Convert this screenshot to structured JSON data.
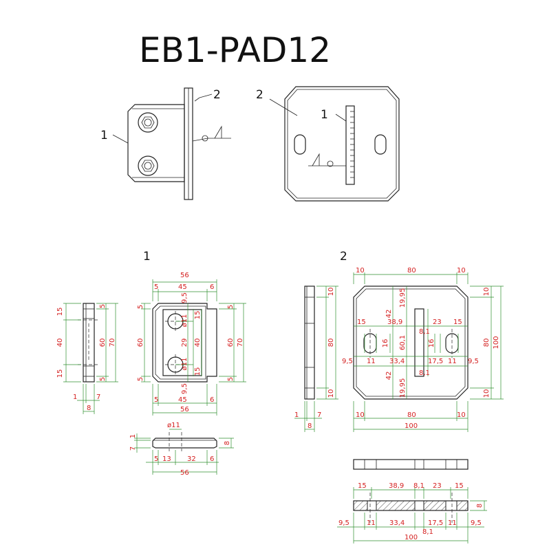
{
  "title": "EB1-PAD12",
  "callouts": {
    "part1": "1",
    "part2": "2"
  },
  "section_labels": {
    "part1": "1",
    "part2": "2"
  },
  "dims": {
    "p1_side": {
      "t15a": "15",
      "t40": "40",
      "t15b": "15",
      "t5a": "5",
      "t60": "60",
      "t5b": "5",
      "t70": "70",
      "b1": "1",
      "b7": "7",
      "b8": "8"
    },
    "p1_front": {
      "top56": "56",
      "top5": "5",
      "top45": "45",
      "top6": "6",
      "top9_5": "9,5",
      "l5a": "5",
      "l60": "60",
      "l5b": "5",
      "d11a": "ø11",
      "d11b": "ø11",
      "c15a": "15",
      "c29": "29",
      "c40": "40",
      "c15b": "15",
      "c9_5": "9,5",
      "r5a": "5",
      "r60": "60",
      "r70": "70",
      "r5b": "5",
      "bot5": "5",
      "bot45": "45",
      "bot6": "6",
      "bot56": "56"
    },
    "p1_bottom": {
      "d11": "ø11",
      "l1": "1",
      "l7": "7",
      "r8": "8",
      "b5": "5",
      "b13": "13",
      "b32": "32",
      "b6": "6",
      "b56": "56"
    },
    "p2_side": {
      "r10a": "10",
      "r80": "80",
      "r10b": "10",
      "b1": "1",
      "b7": "7",
      "b8": "8"
    },
    "p2_front": {
      "top10a": "10",
      "top80": "80",
      "top10b": "10",
      "v19_95a": "19,95",
      "v42a": "42",
      "v38_9": "38,9",
      "v23": "23",
      "v8_1a": "8,1",
      "v15a": "15",
      "v15b": "15",
      "v16a": "16",
      "v16b": "16",
      "v60_1": "60,1",
      "h9_5a": "9,5",
      "h11a": "11",
      "h33_4": "33,4",
      "h17_5": "17,5",
      "h11b": "11",
      "h9_5b": "9,5",
      "v42b": "42",
      "v19_95b": "19,95",
      "v8_1b": "8,1",
      "r10a": "10",
      "r80": "80",
      "r100": "100",
      "r10b": "10",
      "bot10a": "10",
      "bot80": "80",
      "bot10b": "10",
      "bot100": "100"
    },
    "p2_section": {
      "t15a": "15",
      "t38_9": "38,9",
      "t8_1": "8,1",
      "t23": "23",
      "t15b": "15",
      "r8": "8",
      "b9_5a": "9,5",
      "b11a": "11",
      "b33_4": "33,4",
      "b17_5": "17,5",
      "b11b": "11",
      "b9_5b": "9,5",
      "b8_1": "8,1",
      "b100": "100"
    }
  }
}
